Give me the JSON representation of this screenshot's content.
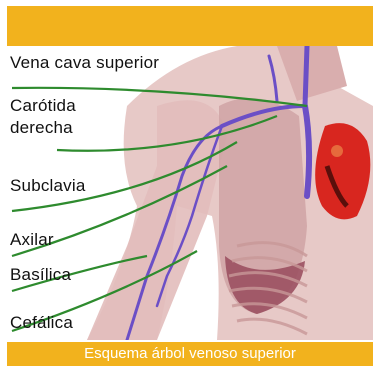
{
  "labels": {
    "vena_cava": "Vena cava superior",
    "carotida_1": "Carótida",
    "carotida_2": "derecha",
    "subclavia": "Subclavia",
    "axilar": "Axilar",
    "basilica": "Basílica",
    "cefalica": "Cefálica"
  },
  "caption": "Esquema árbol venoso superior",
  "colors": {
    "accent": "#f2b21d",
    "leader_line": "#2e8b2e",
    "vein": "#6b4fc6",
    "heart": "#d8261f",
    "skin": "#e7c9c7"
  }
}
